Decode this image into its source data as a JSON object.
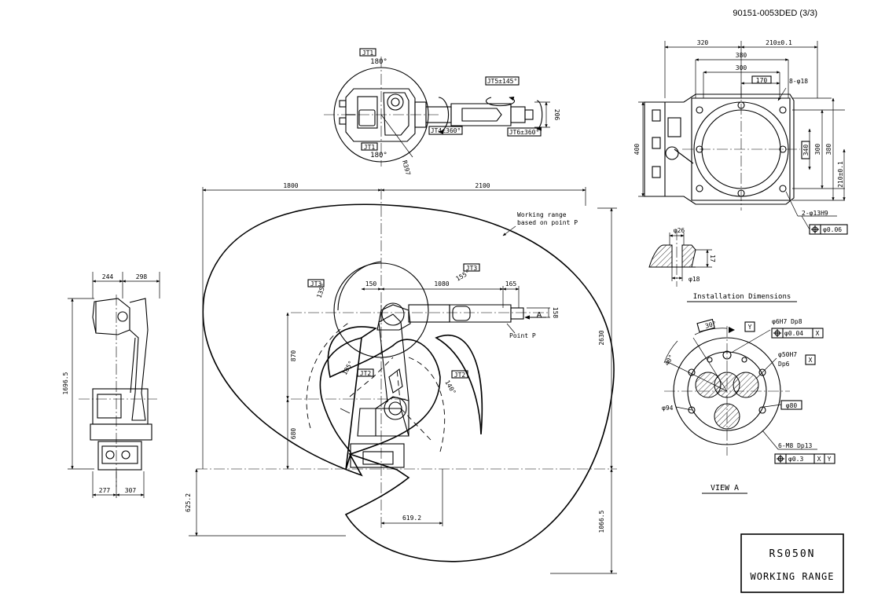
{
  "doc_number": "90151-0053DED (3/3)",
  "title_block": {
    "model": "RS050N",
    "subtitle": "WORKING RANGE"
  },
  "top_view": {
    "jt1_top": "JT1",
    "jt1_top_angle": "180°",
    "jt1_bottom": "JT1",
    "jt1_bottom_angle": "180°",
    "radius": "R397",
    "jt5": "JT5±145°",
    "jt4": "JT4±360°",
    "jt6": "JT6±360°",
    "dim_206": "206"
  },
  "main_view": {
    "dim_left": "1800",
    "dim_right": "2100",
    "working_range_note_1": "Working range",
    "working_range_note_2": "based on point P",
    "jt3_left": "JT3",
    "jt3_left_angle": "135°",
    "jt3_right": "JT3",
    "jt3_right_angle": "155°",
    "jt2_left": "JT2",
    "jt2_left_angle": "105°",
    "jt2_right": "JT2",
    "jt2_right_angle": "140°",
    "dim_150": "150",
    "dim_1080": "1080",
    "dim_165": "165",
    "dim_158": "158",
    "view_arrow": "A",
    "point_p": "Point P",
    "dim_870": "870",
    "dim_680": "680",
    "dim_2630": "2630",
    "dim_625_2": "625.2",
    "dim_619_2": "619.2",
    "dim_1066_5": "1066.5"
  },
  "side_view": {
    "dim_244": "244",
    "dim_298": "298",
    "dim_1696_5": "1696.5",
    "dim_277": "277",
    "dim_307": "307"
  },
  "base_view": {
    "dim_320": "320",
    "dim_210_top": "210±0.1",
    "dim_380_top": "380",
    "dim_300_top": "300",
    "dim_170": "170",
    "holes_8": "8-φ18",
    "dim_400": "400",
    "dim_340": "340",
    "dim_300_right": "300",
    "dim_380_right": "380",
    "dim_210_right": "210±0.1",
    "holes_2": "2-φ13H9",
    "tol_006": "φ0.06"
  },
  "installation": {
    "dim_26": "φ26",
    "dim_17": "17",
    "dim_18": "φ18",
    "title": "Installation Dimensions"
  },
  "view_a": {
    "angle_30": "30°",
    "angle_40": "40°",
    "hole_6h7": "φ6H7 Dp8",
    "datum_y": "Y",
    "tol_004": "φ0.04",
    "datum_x1": "X",
    "hole_50h7_1": "φ50H7",
    "hole_50h7_2": "Dp6",
    "datum_x2": "X",
    "dia_94": "φ94",
    "dia_80": "φ80",
    "thread": "6-M8 Dp13",
    "tol_03": "φ0.3",
    "datum_x3": "X",
    "datum_y3": "Y",
    "title": "VIEW A"
  }
}
